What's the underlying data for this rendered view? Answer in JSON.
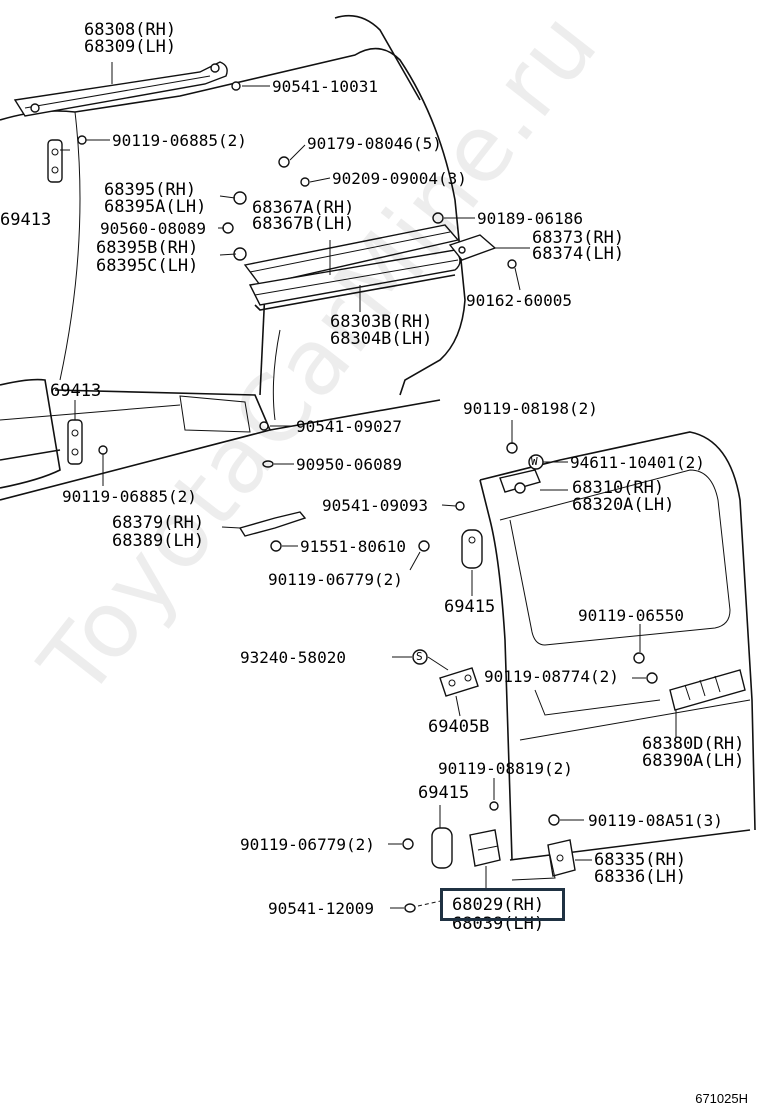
{
  "watermark": "ToyotaCarMine.ru",
  "diagram_code": "671025H",
  "highlighted_part": "68029 (RH)",
  "labels": {
    "l68308": "68308(RH)",
    "l68309": "68309(LH)",
    "l90541_10031": "90541-10031",
    "l90119_06885a": "90119-06885(2)",
    "l90179": "90179-08046(5)",
    "l90209": "90209-09004(3)",
    "l68395": "68395(RH)",
    "l68395a": "68395A(LH)",
    "l90560": "90560-08089",
    "l68395b": "68395B(RH)",
    "l68395c": "68395C(LH)",
    "l68367a": "68367A(RH)",
    "l68367b": "68367B(LH)",
    "l69413a": "69413",
    "l90189": "90189-06186",
    "l68373": "68373(RH)",
    "l68374": "68374(LH)",
    "l90162": "90162-60005",
    "l68303b": "68303B(RH)",
    "l68304b": "68304B(LH)",
    "l69413b": "69413",
    "l90541_09027": "90541-09027",
    "l90119_08198": "90119-08198(2)",
    "l94611": "94611-10401(2)",
    "l90950": "90950-06089",
    "l90119_06885b": "90119-06885(2)",
    "l68310": "68310(RH)",
    "l68320a": "68320A(LH)",
    "l90541_09093": "90541-09093",
    "l68379": "68379(RH)",
    "l68389": "68389(LH)",
    "l91551": "91551-80610",
    "l90119_06779a": "90119-06779(2)",
    "l69415a": "69415",
    "l90119_06550": "90119-06550",
    "l93240": "93240-58020",
    "l90119_08774": "90119-08774(2)",
    "l69405b": "69405B",
    "l68380d": "68380D(RH)",
    "l68390a": "68390A(LH)",
    "l90119_08819": "90119-08819(2)",
    "l69415b": "69415",
    "l90119_08a51": "90119-08A51(3)",
    "l90119_06779b": "90119-06779(2)",
    "l68335": "68335(RH)",
    "l68336": "68336(LH)",
    "l90541_12009": "90541-12009",
    "l68029": "68029(RH)",
    "l68039": "68039(LH)",
    "mark_w": "W",
    "mark_s": "S"
  }
}
